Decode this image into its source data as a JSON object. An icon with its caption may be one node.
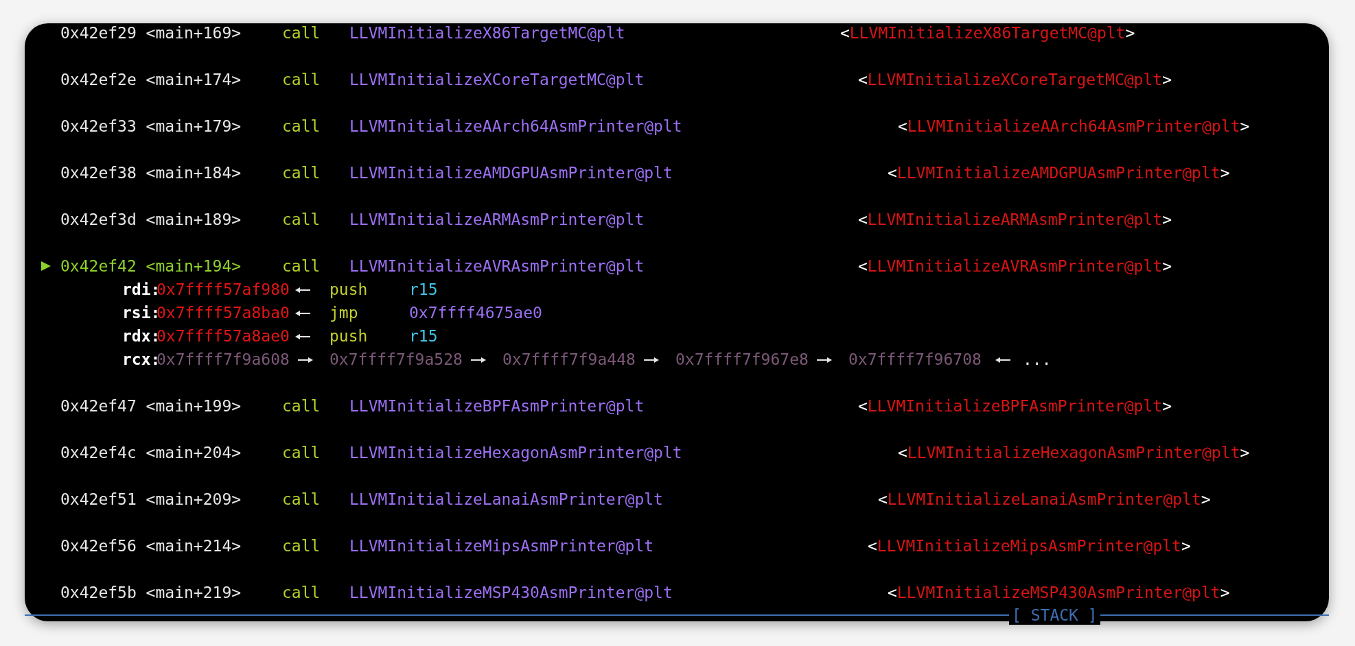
{
  "diagram": {
    "labels": [
      "0x42ef29 <main+169>",
      "call",
      "LLVMInitializeX86TargetMC@plt",
      "<LLVMInitializeX86TargetMC@plt>",
      "0x42ef2e <main+174>",
      "call",
      "LLVMInitializeXCoreTargetMC@plt",
      "<LLVMInitializeXCoreTargetMC@plt>",
      "0x42ef33 <main+179>",
      "call",
      "LLVMInitializeAArch64AsmPrinter@plt",
      "<LLVMInitializeAArch64AsmPrinter@plt>",
      "0x42ef38 <main+184>",
      "call",
      "LLVMInitializeAMDGPUAsmPrinter@plt",
      "<LLVMInitializeAMDGPUAsmPrinter@plt>",
      "0x42ef3d <main+189>",
      "call",
      "LLVMInitializeARMAsmPrinter@plt",
      "<LLVMInitializeARMAsmPrinter@plt>",
      "0x42ef42 <main+194>",
      "call",
      "LLVMInitializeAVRAsmPrinter@plt",
      "<LLVMInitializeAVRAsmPrinter@plt>",
      "rdi:",
      "0x7ffff57af980",
      "push",
      "r15",
      "rsi:",
      "0x7ffff57a8ba0",
      "jmp",
      "0x7ffff4675ae0",
      "rdx:",
      "0x7ffff57a8ae0",
      "push",
      "r15",
      "rcx:",
      "0x7ffff7f9a608",
      "0x7ffff7f9a528",
      "0x7ffff7f9a448",
      "0x7ffff7f967e8",
      "0x7ffff7f96708",
      "...",
      "0x42ef47 <main+199>",
      "call",
      "LLVMInitializeBPFAsmPrinter@plt",
      "<LLVMInitializeBPFAsmPrinter@plt>",
      "0x42ef4c <main+204>",
      "call",
      "LLVMInitializeHexagonAsmPrinter@plt",
      "<LLVMInitializeHexagonAsmPrinter@plt>",
      "0x42ef51 <main+209>",
      "call",
      "LLVMInitializeLanaiAsmPrinter@plt",
      "<LLVMInitializeLanaiAsmPrinter@plt>",
      "0x42ef56 <main+214>",
      "call",
      "LLVMInitializeMipsAsmPrinter@plt",
      "<LLVMInitializeMipsAsmPrinter@plt>",
      "0x42ef5b <main+219>",
      "call",
      "LLVMInitializeMSP430AsmPrinter@plt",
      "<LLVMInitializeMSP430AsmPrinter@plt>",
      "[ STACK ]"
    ]
  }
}
